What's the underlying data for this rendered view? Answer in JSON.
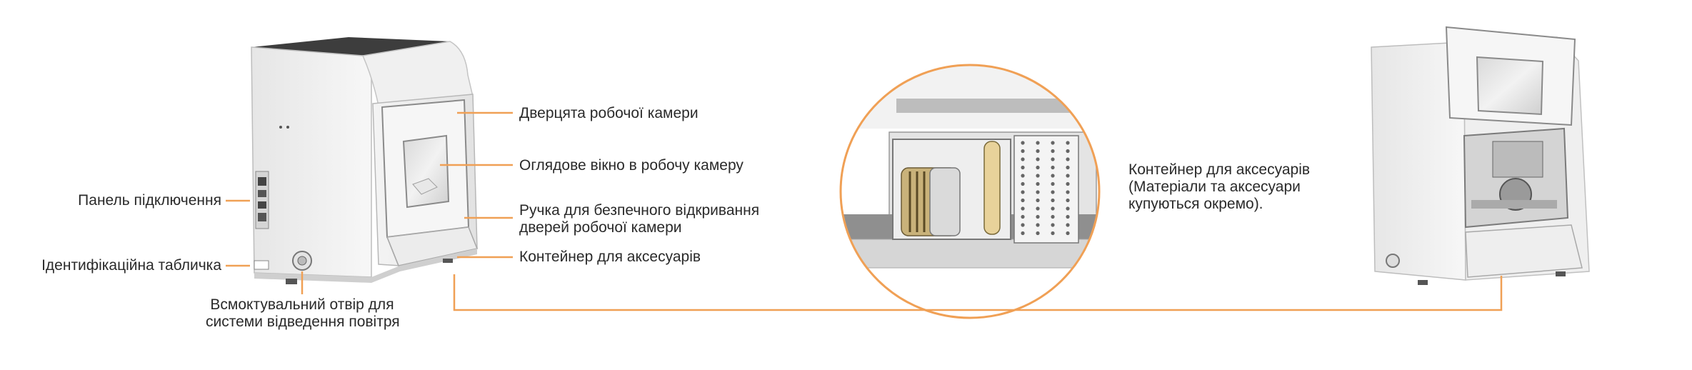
{
  "accent_color": "#f0a055",
  "labels": {
    "door": "Дверцята робочої камери",
    "window": "Оглядове вікно в робочу камеру",
    "handle": "Ручка для безпечного відкривання\nдверей робочої камери",
    "container": "Контейнер для аксесуарів",
    "connection_panel": "Панель підключення",
    "id_plate": "Ідентифікаційна табличка",
    "suction": "Всмоктувальний отвір для\nсистеми відведення повітря",
    "container_right": "Контейнер для аксесуарів\n(Матеріали та аксесуари\nкупуються окремо)."
  }
}
